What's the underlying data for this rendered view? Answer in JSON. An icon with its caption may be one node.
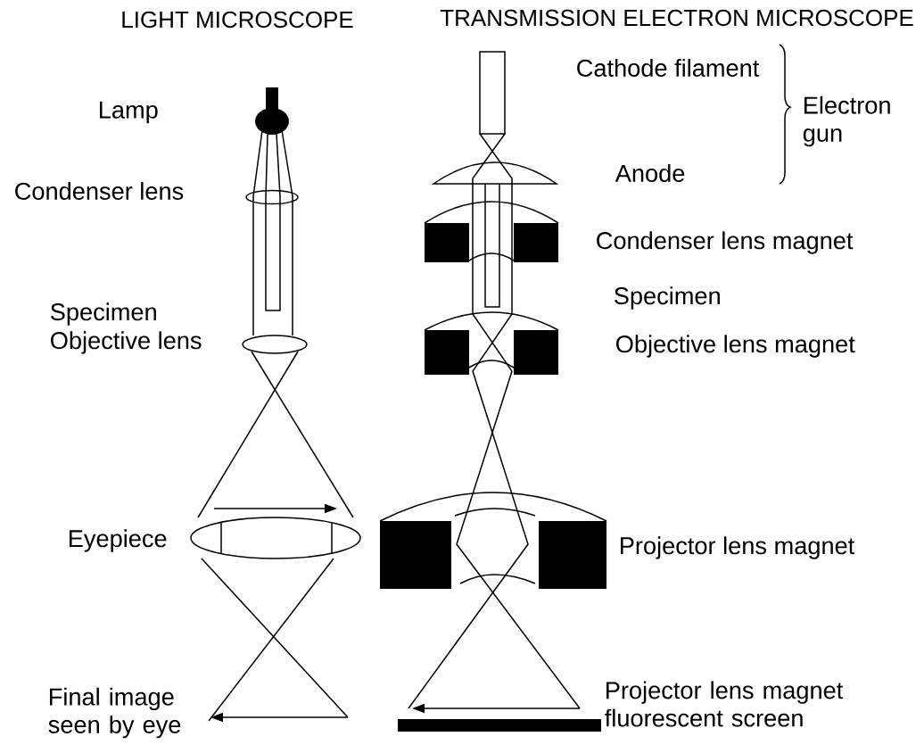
{
  "diagram": {
    "labels": [
      "LIGHT MICROSCOPE",
      "TRANSMISSION ELECTRON MICROSCOPE",
      "Cathode filament",
      "Electron gun",
      "Lamp",
      "Anode",
      "Condenser lens",
      "Condenser lens magnet",
      "Specimen",
      "Specimen",
      "Objective lens",
      "Objective lens magnet",
      "Eyepiece",
      "Projector lens magnet",
      "Final image seen by eye",
      "Projector lens magnet fluorescent screen"
    ]
  }
}
